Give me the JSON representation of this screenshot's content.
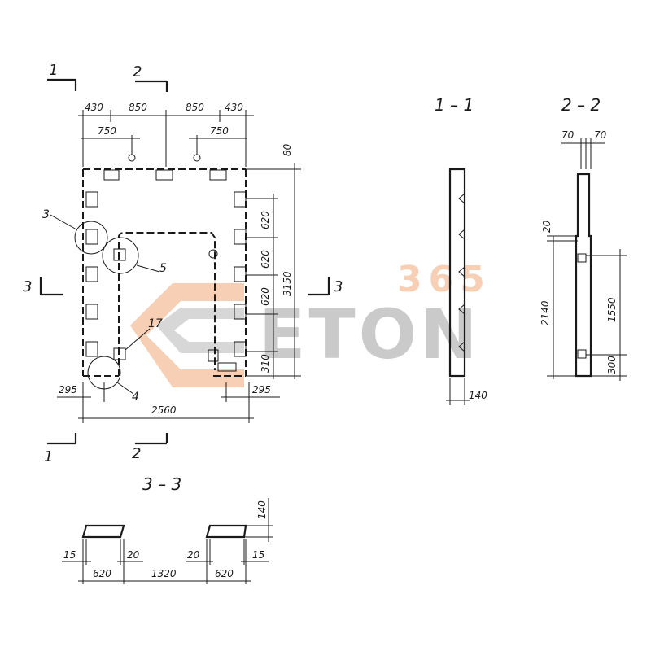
{
  "watermark": {
    "number": "365",
    "word": "ETON",
    "accent_color": "#f0a878",
    "gray_color": "#a0a0a0"
  },
  "section_marks": {
    "one": "1",
    "two": "2",
    "three": "3"
  },
  "plan": {
    "top_dims": [
      "430",
      "850",
      "850",
      "430"
    ],
    "sub_dims": [
      "750",
      "750"
    ],
    "bottom_total": "2560",
    "bottom_left": "295",
    "bottom_right": "295",
    "right_dims": [
      "620",
      "620",
      "620",
      "310"
    ],
    "right_total": "3150",
    "top_right": "80",
    "callouts": [
      "3",
      "5",
      "17",
      "4"
    ]
  },
  "section_1_1": {
    "title": "1 – 1",
    "width": "140"
  },
  "section_2_2": {
    "title": "2 – 2",
    "top_left": "70",
    "top_right": "70",
    "step": "20",
    "height": "2140",
    "inner": "1550",
    "bottom": "300"
  },
  "section_3_3": {
    "title": "3 – 3",
    "height": "140",
    "left_gap": "15",
    "left_chamfer": "20",
    "right_chamfer": "20",
    "right_gap": "15",
    "left_width": "620",
    "middle": "1320",
    "right_width": "620"
  }
}
